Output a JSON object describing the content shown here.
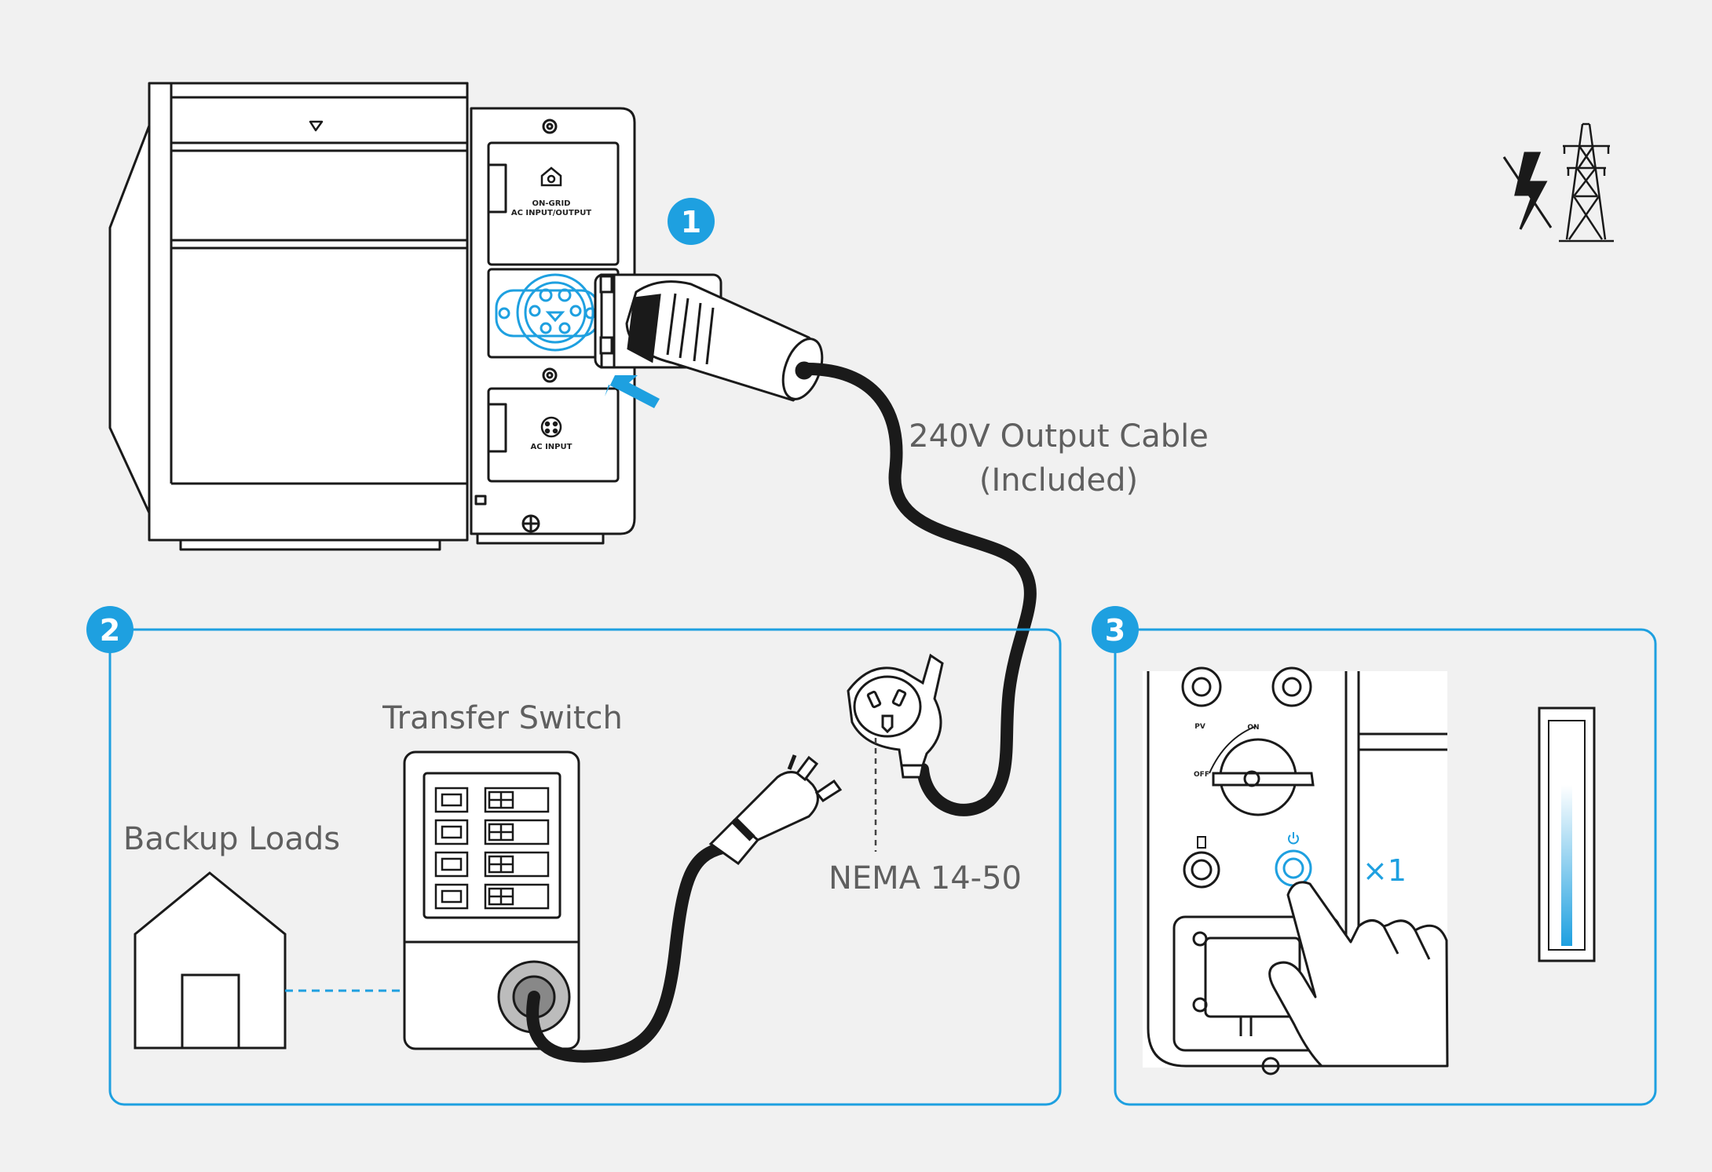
{
  "steps": [
    {
      "number": "1"
    },
    {
      "number": "2"
    },
    {
      "number": "3"
    }
  ],
  "labels": {
    "cable_line1": "240V Output Cable",
    "cable_line2": "(Included)",
    "transfer_switch": "Transfer Switch",
    "backup_loads": "Backup Loads",
    "nema": "NEMA 14-50",
    "press_count": "×1"
  },
  "device_ports": {
    "on_grid_line1": "ON-GRID",
    "on_grid_line2": "AC INPUT/OUTPUT",
    "ac_input": "AC INPUT"
  },
  "panel": {
    "pv": "PV",
    "on": "ON",
    "off": "OFF"
  },
  "icons": [
    "grid-outage-icon",
    "power-tower-icon",
    "house-icon",
    "power-button-icon",
    "press-arrow-icon"
  ],
  "colors": {
    "accent": "#1ea0e0",
    "stroke": "#1a1a1a",
    "label": "#5f5f5f",
    "background": "#f1f1f1"
  }
}
